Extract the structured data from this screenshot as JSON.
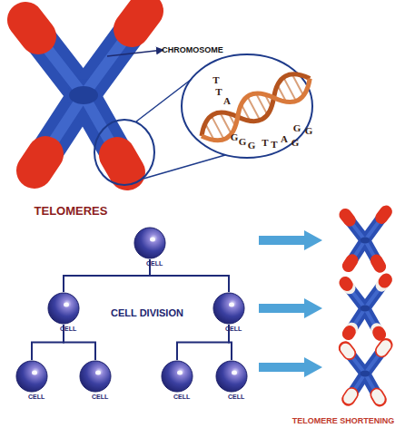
{
  "diagram": {
    "nodes": [
      {
        "text": [
          "CELL"
        ]
      },
      {
        "text": [
          "CELL"
        ]
      },
      {
        "text": [
          "CELL"
        ]
      },
      {
        "text": [
          "CELL"
        ]
      },
      {
        "text": [
          "CELL"
        ]
      },
      {
        "text": [
          "CELL"
        ]
      },
      {
        "text": [
          "CELL"
        ]
      }
    ],
    "edges": [
      {
        "from": 0,
        "to": 1,
        "arrow": "none"
      },
      {
        "from": 0,
        "to": 2,
        "arrow": "none"
      },
      {
        "from": 1,
        "to": 3,
        "arrow": "none"
      },
      {
        "from": 1,
        "to": 4,
        "arrow": "none"
      },
      {
        "from": 2,
        "to": 5,
        "arrow": "none"
      },
      {
        "from": 2,
        "to": 6,
        "arrow": "none"
      }
    ],
    "labels": [
      "CHROMOSOME",
      "T",
      "T",
      "A",
      "G",
      "G",
      "G",
      "T",
      "T",
      "A",
      "G",
      "G",
      "G",
      "TELOMERES",
      "CELL DIVISION",
      "TELOMERE SHORTENING"
    ]
  }
}
